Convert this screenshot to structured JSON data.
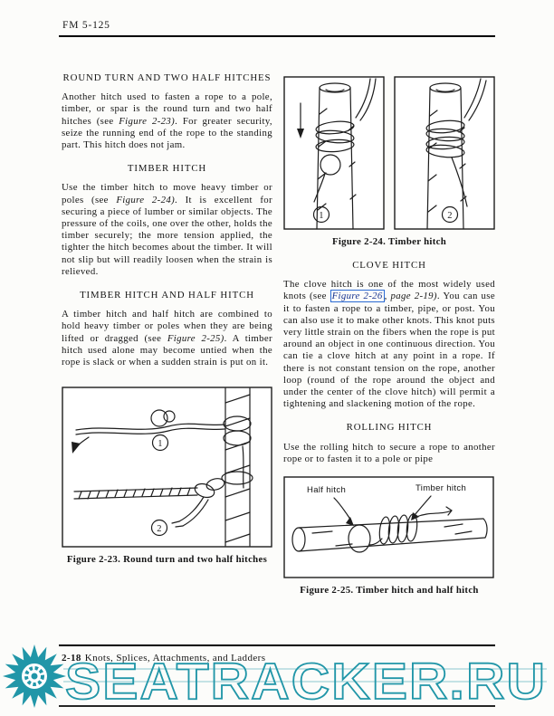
{
  "header": {
    "doc_number": "FM 5-125"
  },
  "left_column": {
    "section_round_turn": {
      "heading": "ROUND TURN AND TWO HALF HITCHES",
      "body_start": "Another hitch used to fasten a rope to a pole, timber, or spar is the round turn and two half hitches (see ",
      "figure_ref": "Figure 2-23)",
      "body_end": ". For greater security, seize the running end of the rope to the standing part. This hitch does not jam."
    },
    "section_timber_hitch": {
      "heading": "TIMBER HITCH",
      "body_start": "Use the timber hitch to move heavy timber or poles (see ",
      "figure_ref": "Figure 2-24)",
      "body_end": ". It is excellent for securing a piece of lumber or similar objects. The pressure of the coils, one over the other, holds the timber securely; the more tension applied, the tighter the hitch becomes about the timber. It will not slip but will readily loosen when the strain is relieved."
    },
    "section_timber_half_hitch": {
      "heading": "TIMBER HITCH AND HALF HITCH",
      "body_start": "A timber hitch and half hitch are combined to hold heavy timber or poles when they are being lifted or dragged (see ",
      "figure_ref": "Figure 2-25)",
      "body_end": ". A timber hitch used alone may become untied when the rope is slack or when a sudden strain is put on it."
    }
  },
  "right_column": {
    "section_clove_hitch": {
      "heading": "CLOVE HITCH",
      "body_start": "The clove hitch is one of the most widely used knots (see ",
      "figure_link": "Figure 2-26",
      "body_comma": ", ",
      "page_ref": "page 2-19)",
      "body_end": ". You can use it to fasten a rope to a timber, pipe, or post. You can also use it to make other knots. This knot puts very little strain on the fibers when the rope is put around an object in one continuous direction. You can tie a clove hitch at any point in a rope. If there is not constant tension on the rope, another loop (round of the rope around the object and under the center of the clove hitch) will permit a tightening and slackening motion of the rope."
    },
    "section_rolling_hitch": {
      "heading": "ROLLING HITCH",
      "body": "Use the rolling hitch to secure a rope to another rope or to fasten it to a pole or pipe"
    }
  },
  "figures": {
    "fig_2_23": {
      "caption": "Figure 2-23.  Round turn and two half hitches",
      "marker_1": "1",
      "marker_2": "2"
    },
    "fig_2_24": {
      "caption": "Figure 2-24. Timber hitch",
      "marker_1": "1",
      "marker_2": "2"
    },
    "fig_2_25": {
      "caption": "Figure 2-25. Timber hitch and half hitch",
      "label_half_hitch": "Half hitch",
      "label_timber_hitch": "Timber hitch"
    }
  },
  "footer": {
    "page_number": "2-18",
    "chapter_title": "Knots, Splices, Attachments, and Ladders"
  },
  "watermark": {
    "text": "SEATRACKER.RU",
    "color": "#2196a8"
  }
}
